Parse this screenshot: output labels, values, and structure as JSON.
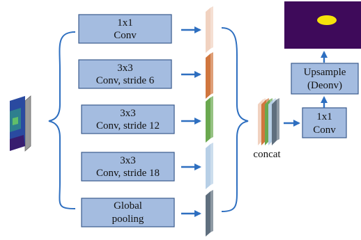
{
  "branches": [
    {
      "line1": "1x1",
      "line2": "Conv",
      "color": "#f1d2c0"
    },
    {
      "line1": "3x3",
      "line2": "Conv, stride 6",
      "color": "#d0763e"
    },
    {
      "line1": "3x3",
      "line2": "Conv, stride 12",
      "color": "#6aa84f"
    },
    {
      "line1": "3x3",
      "line2": "Conv, stride 18",
      "color": "#b7cfe6"
    },
    {
      "line1": "Global",
      "line2": "pooling",
      "color": "#5f6f7e"
    }
  ],
  "concat_label": "concat",
  "final_conv": {
    "line1": "1x1",
    "line2": "Conv"
  },
  "upsample": {
    "line1": "Upsample",
    "line2": "(Deonv)"
  },
  "colors": {
    "box_fill": "#a4bce0",
    "box_border": "#3a5a8c",
    "arrow": "#2e6fc0",
    "output_background": "#3e0a5a",
    "output_blob": "#f5e30a"
  }
}
